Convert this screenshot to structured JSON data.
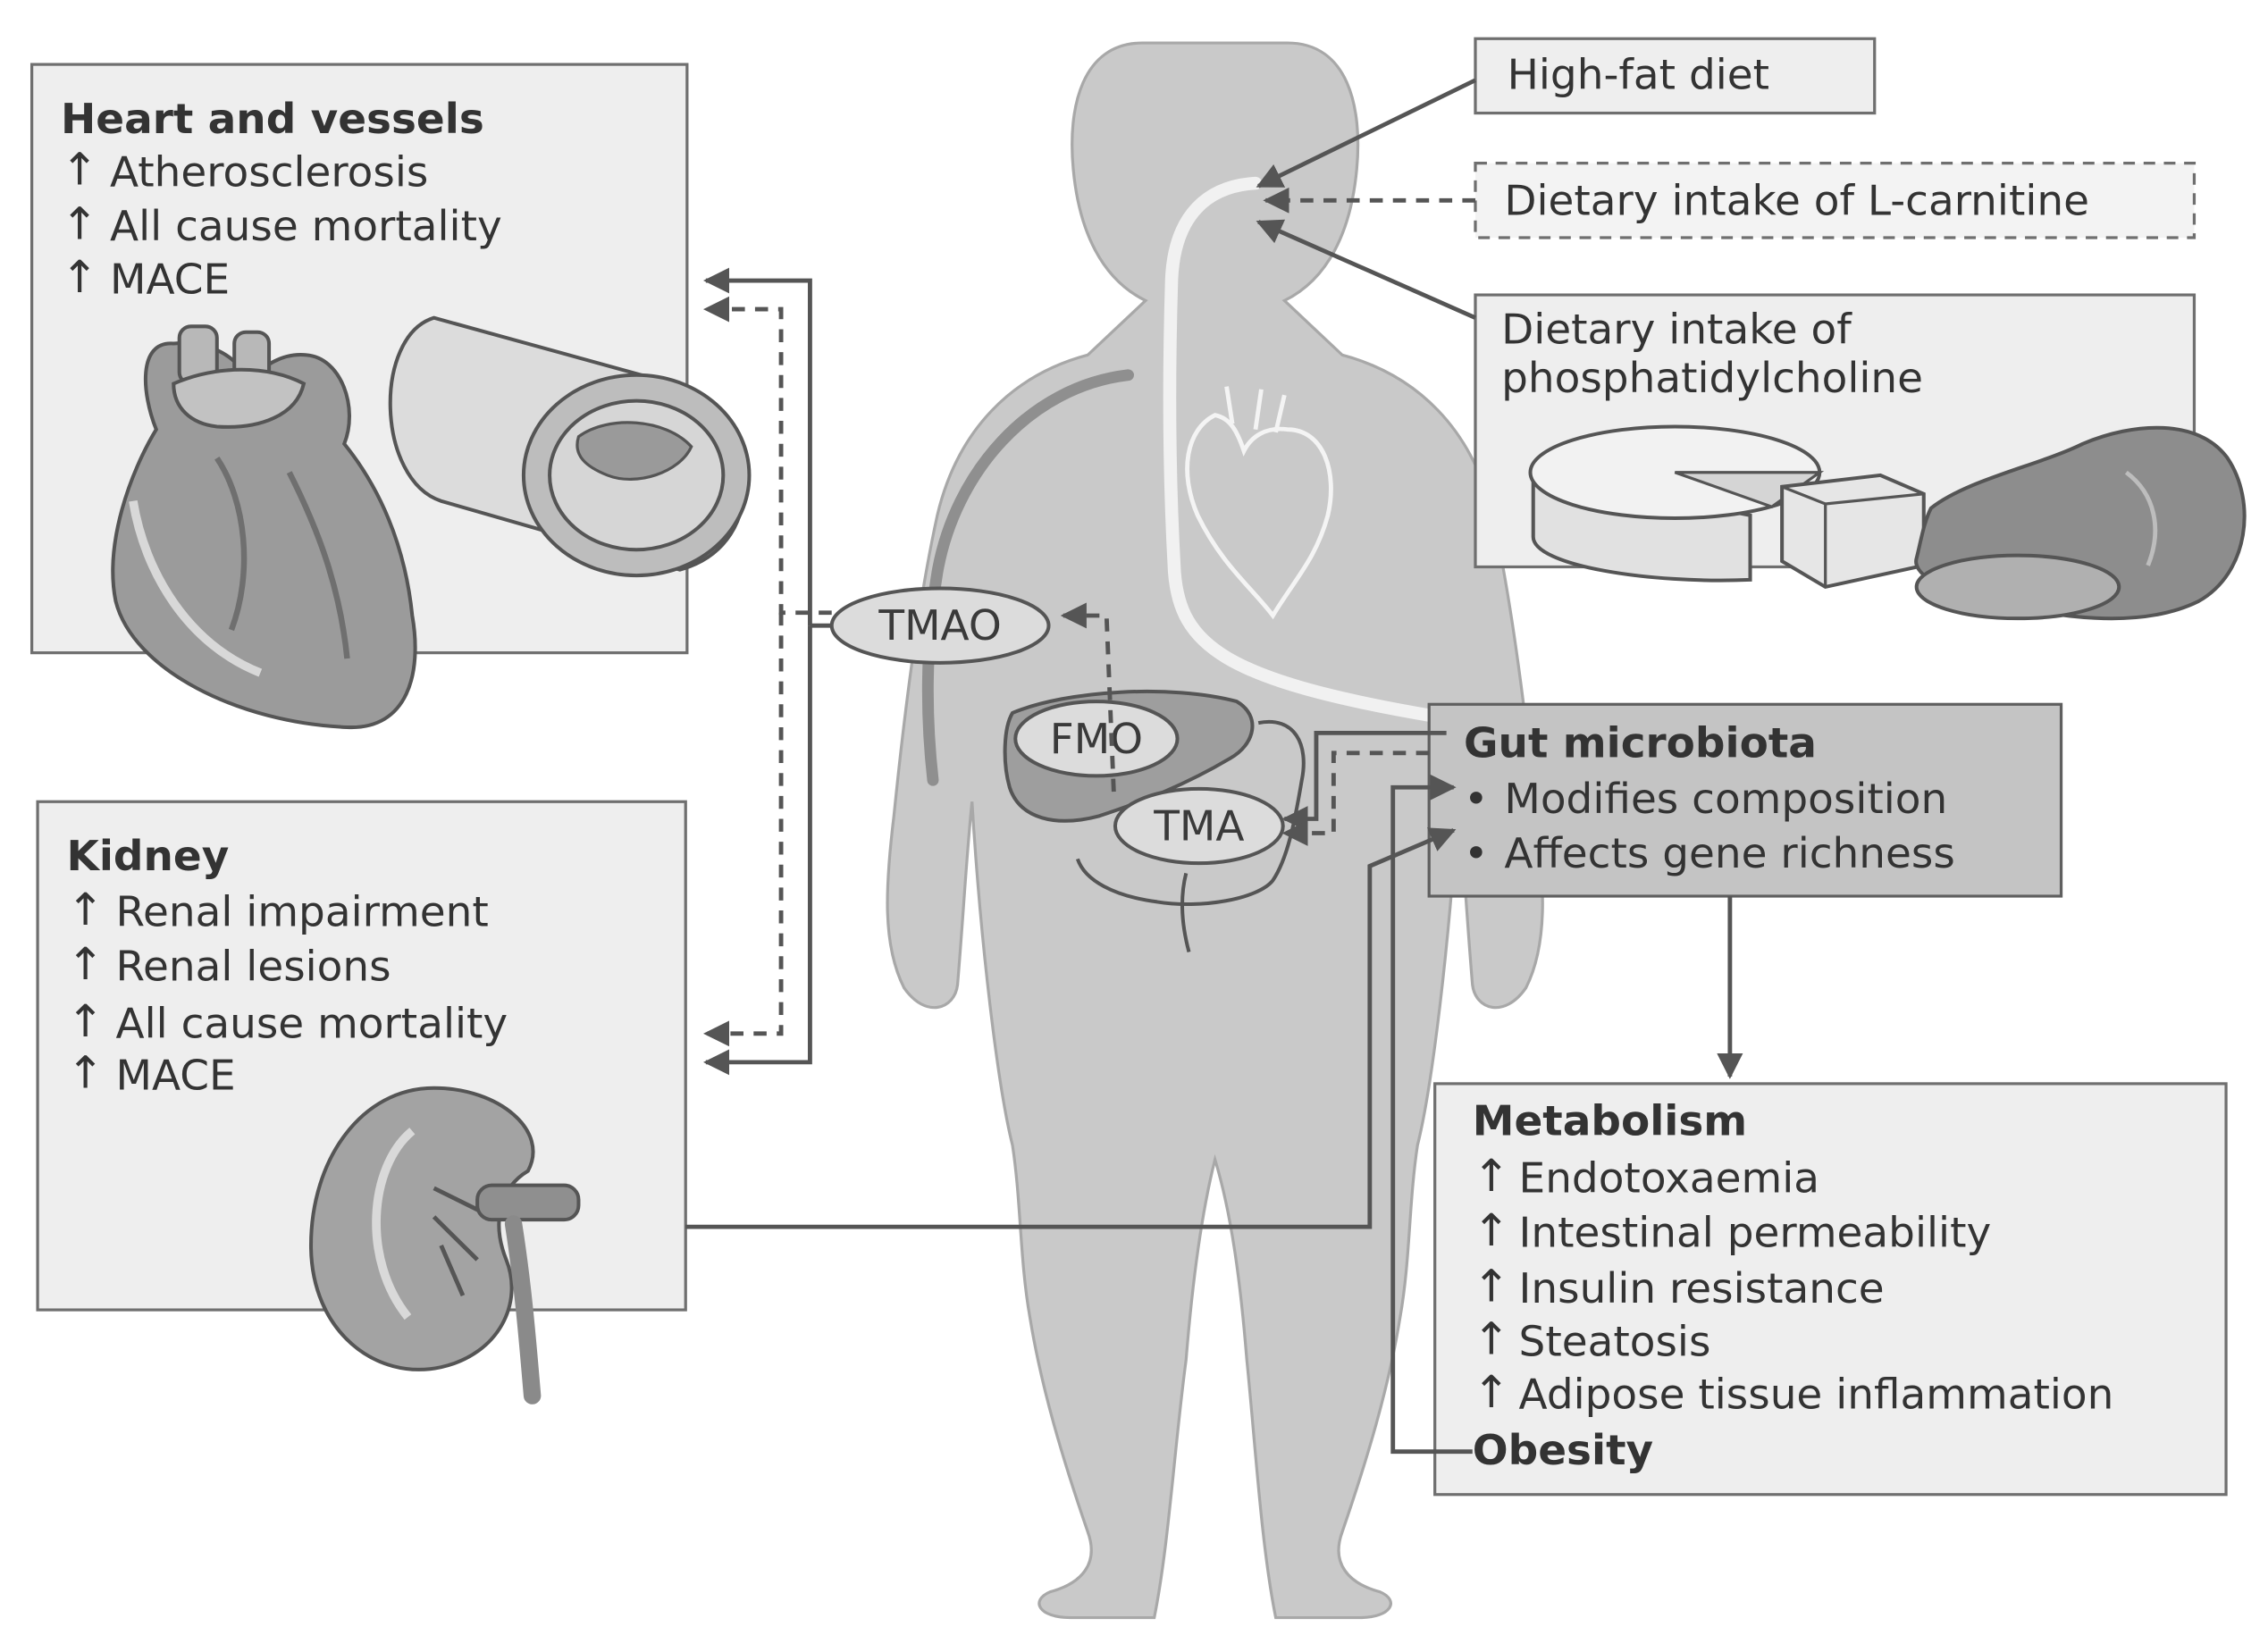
{
  "heart_box": {
    "title": "Heart and vessels",
    "items": [
      "Atherosclerosis",
      "All cause mortality",
      "MACE"
    ]
  },
  "kidney_box": {
    "title": "Kidney",
    "items": [
      "Renal impairment",
      "Renal lesions",
      "All cause mortality",
      "MACE"
    ]
  },
  "diet": {
    "high_fat": "High-fat diet",
    "carnitine": "Dietary intake of L-carnitine",
    "phosphatidylcholine_line1": "Dietary intake of",
    "phosphatidylcholine_line2": "phosphatidylcholine"
  },
  "gut_box": {
    "title": "Gut microbiota",
    "items": [
      "Modifies composition",
      "Affects gene richness"
    ],
    "bullet": "•"
  },
  "metabolism_box": {
    "title": "Metabolism",
    "items": [
      "Endotoxaemia",
      "Intestinal permeability",
      "Insulin resistance",
      "Steatosis",
      "Adipose tissue inflammation"
    ],
    "footer": "Obesity"
  },
  "metabolites": {
    "tmao": "TMAO",
    "fmo": "FMO",
    "tma": "TMA"
  },
  "up_arrow": "↑",
  "colors": {
    "panel": "#eeeeee",
    "panel_dark": "#c4c4c4",
    "body": "#c9c9c9",
    "line": "#555555"
  }
}
